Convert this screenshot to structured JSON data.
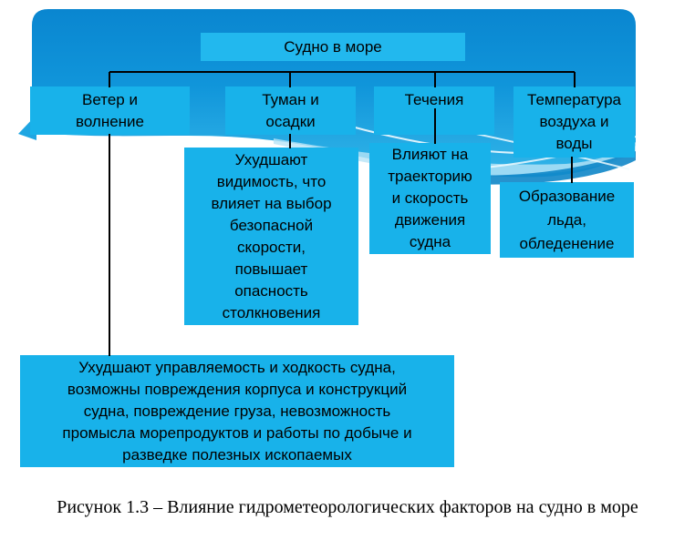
{
  "palette": {
    "node_fill": "#18b2ea",
    "root_fill": "#22b8ee",
    "bg_gradient_top": "#0a86d0",
    "bg_gradient_mid": "#1095da",
    "bg_gradient_bottom": "#33b6e9",
    "bg_dark_swoosh": "#0e86c8",
    "bg_pale_band": "#b8e4f6",
    "connector_color": "#000000",
    "text_color": "#000000"
  },
  "diagram": {
    "root": {
      "label": "Судно в море"
    },
    "factors": [
      {
        "label": "Ветер и\nволнение"
      },
      {
        "label": "Туман и\nосадки"
      },
      {
        "label": "Течения"
      },
      {
        "label": "Температура\nвоздуха и\nводы"
      }
    ],
    "effects": [
      {
        "label": "Ухудшают\nвидимость, что\nвлияет на выбор\nбезопасной\nскорости,\nповышает\nопасность\nстолкновения"
      },
      {
        "label": "Влияют на\nтраекторию\nи скорость\nдвижения\nсудна"
      },
      {
        "label": "Образование\nльда,\nобледенение"
      },
      {
        "label": "Ухудшают управляемость и ходкость судна,\nвозможны повреждения корпуса и конструкций\nсудна, повреждение груза, невозможность\nпромысла морепродуктов и работы по добыче и\nразведке полезных ископаемых"
      }
    ]
  },
  "caption": "Рисунок 1.3 – Влияние гидрометеорологических факторов на судно в море"
}
